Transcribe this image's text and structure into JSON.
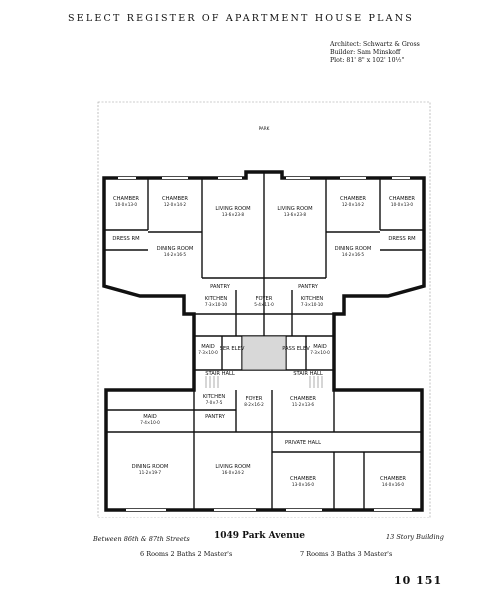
{
  "header": {
    "title": "SELECT REGISTER OF APARTMENT HOUSE PLANS"
  },
  "meta": {
    "architect": "Architect: Schwartz & Gross",
    "builder": "Builder: Sam Minskoff",
    "plot": "Plot: 81' 8\" x 102' 10½\""
  },
  "plan": {
    "top_label": "PARK",
    "rooms": [
      {
        "name": "CHAMBER",
        "dims": "10·0×13·0"
      },
      {
        "name": "CHAMBER",
        "dims": "12·0×14·2"
      },
      {
        "name": "LIVING ROOM",
        "dims": "13·6×23·8"
      },
      {
        "name": "LIVING ROOM",
        "dims": "13·6×23·8"
      },
      {
        "name": "CHAMBER",
        "dims": "12·0×14·2"
      },
      {
        "name": "CHAMBER",
        "dims": "10·0×13·0"
      },
      {
        "name": "DINING ROOM",
        "dims": "14·2×16·5"
      },
      {
        "name": "DINING ROOM",
        "dims": "14·2×16·5"
      },
      {
        "name": "PANTRY",
        "dims": ""
      },
      {
        "name": "PANTRY",
        "dims": ""
      },
      {
        "name": "KITCHEN",
        "dims": "7·3×10·10"
      },
      {
        "name": "KITCHEN",
        "dims": "7·3×10·10"
      },
      {
        "name": "FOYER",
        "dims": "5·4×11·0"
      },
      {
        "name": "MAID",
        "dims": "7·3×10·0"
      },
      {
        "name": "MAID",
        "dims": "7·3×10·0"
      },
      {
        "name": "SER ELEV",
        "dims": ""
      },
      {
        "name": "PASS ELEV",
        "dims": ""
      },
      {
        "name": "STAIR HALL",
        "dims": ""
      },
      {
        "name": "STAIR HALL",
        "dims": ""
      },
      {
        "name": "KITCHEN",
        "dims": "7·0×7·5"
      },
      {
        "name": "FOYER",
        "dims": "8·2×16·2"
      },
      {
        "name": "CHAMBER",
        "dims": "11·2×13·6"
      },
      {
        "name": "MAID",
        "dims": "7·4×10·0"
      },
      {
        "name": "PANTRY",
        "dims": ""
      },
      {
        "name": "PRIVATE HALL",
        "dims": ""
      },
      {
        "name": "DINING ROOM",
        "dims": "11·2×19·7"
      },
      {
        "name": "LIVING ROOM",
        "dims": "16·0×24·2"
      },
      {
        "name": "CHAMBER",
        "dims": "13·0×16·0"
      },
      {
        "name": "CHAMBER",
        "dims": "14·0×16·0"
      },
      {
        "name": "DRESS RM",
        "dims": ""
      },
      {
        "name": "DRESS RM",
        "dims": ""
      }
    ]
  },
  "footer": {
    "between": "Between 86th & 87th Streets",
    "title": "1049 Park Avenue",
    "story": "13 Story Building",
    "rooms_left": "6 Rooms  2 Baths   2 Master's",
    "rooms_right": "7 Rooms  3 Baths   3 Master's",
    "page": "10 151"
  }
}
